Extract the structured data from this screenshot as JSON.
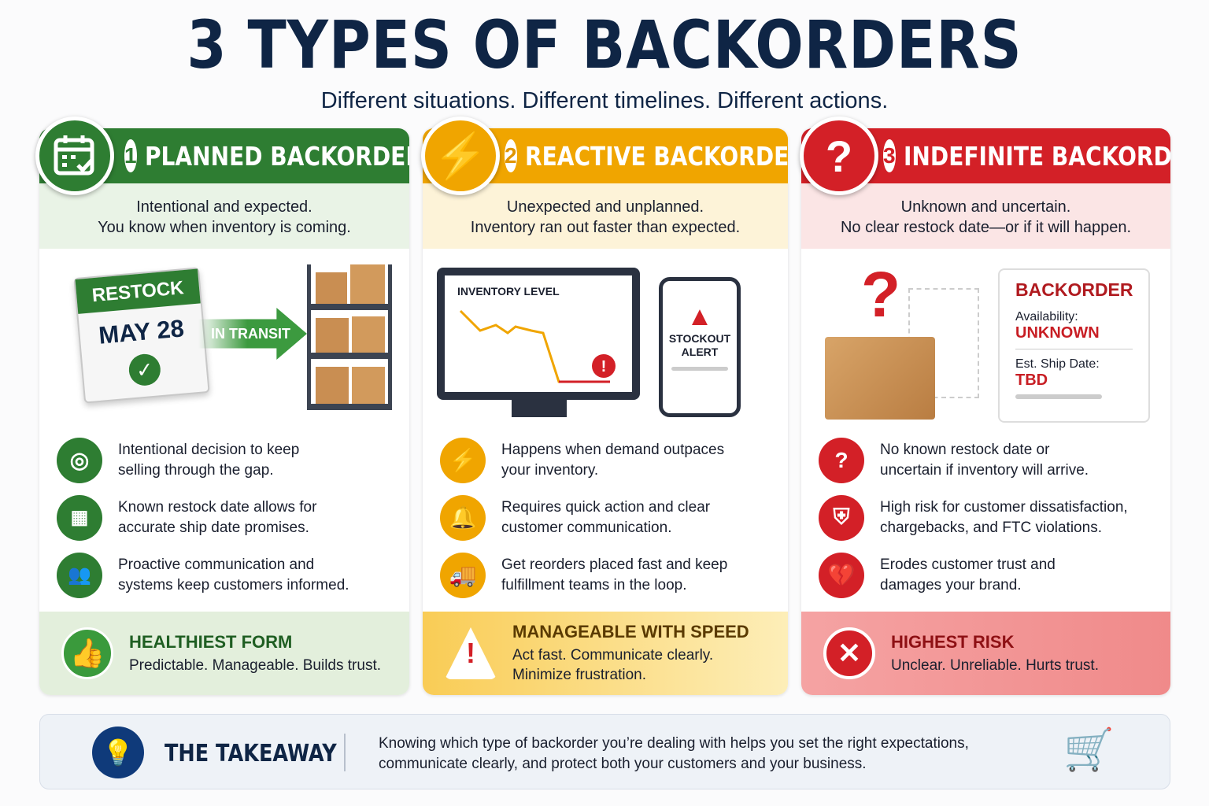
{
  "title": "3 TYPES OF BACKORDERS",
  "subtitle": "Different situations. Different timelines. Different actions.",
  "colors": {
    "green": "#2e7d32",
    "orange": "#f0a500",
    "red": "#d32027",
    "navy": "#0f2545"
  },
  "columns": [
    {
      "number": "1",
      "title": "PLANNED BACKORDER",
      "icon": "calendar-check-icon",
      "desc": [
        "Intentional and expected.",
        "You know when inventory is coming."
      ],
      "illustration": {
        "calendar_header": "RESTOCK",
        "calendar_date": "MAY 28",
        "arrow_label": "IN TRANSIT"
      },
      "bullets": [
        {
          "icon": "target-icon",
          "text": [
            "Intentional decision to keep",
            "selling through the gap."
          ]
        },
        {
          "icon": "calendar-icon",
          "text": [
            "Known restock date allows for",
            "accurate ship date promises."
          ]
        },
        {
          "icon": "people-icon",
          "text": [
            "Proactive communication and",
            "systems keep customers informed."
          ]
        }
      ],
      "footer": {
        "icon": "thumbs-up-icon",
        "title": "HEALTHIEST FORM",
        "lines": [
          "Predictable. Manageable. Builds trust."
        ]
      }
    },
    {
      "number": "2",
      "title": "REACTIVE BACKORDER",
      "icon": "lightning-icon",
      "desc": [
        "Unexpected and unplanned.",
        "Inventory ran out faster than expected."
      ],
      "illustration": {
        "monitor_label": "INVENTORY LEVEL",
        "phone_alert": [
          "STOCKOUT",
          "ALERT"
        ]
      },
      "bullets": [
        {
          "icon": "lightning-icon",
          "text": [
            "Happens when demand outpaces",
            "your inventory."
          ]
        },
        {
          "icon": "bell-icon",
          "text": [
            "Requires quick action and clear",
            "customer communication."
          ]
        },
        {
          "icon": "truck-icon",
          "text": [
            "Get reorders placed fast and keep",
            "fulfillment teams in the loop."
          ]
        }
      ],
      "footer": {
        "icon": "warning-icon",
        "title": "MANAGEABLE WITH SPEED",
        "lines": [
          "Act fast. Communicate clearly.",
          "Minimize frustration."
        ]
      }
    },
    {
      "number": "3",
      "title": "INDEFINITE BACKORDER",
      "icon": "question-icon",
      "desc": [
        "Unknown and uncertain.",
        "No clear restock date—or if it will happen."
      ],
      "illustration": {
        "card_title": "BACKORDER",
        "availability_label": "Availability:",
        "availability_value": "UNKNOWN",
        "ship_label": "Est. Ship Date:",
        "ship_value": "TBD"
      },
      "bullets": [
        {
          "icon": "question-icon",
          "text": [
            "No known restock date or",
            "uncertain if inventory will arrive."
          ]
        },
        {
          "icon": "shield-alert-icon",
          "text": [
            "High risk for customer dissatisfaction,",
            "chargebacks, and FTC violations."
          ]
        },
        {
          "icon": "broken-heart-icon",
          "text": [
            "Erodes customer trust and",
            "damages your brand."
          ]
        }
      ],
      "footer": {
        "icon": "x-icon",
        "title": "HIGHEST RISK",
        "lines": [
          "Unclear. Unreliable. Hurts trust."
        ]
      }
    }
  ],
  "takeaway": {
    "title": "THE TAKEAWAY",
    "text": [
      "Knowing which type of backorder you’re dealing with helps you set the right expectations,",
      "communicate clearly, and protect both your customers and your business."
    ]
  }
}
